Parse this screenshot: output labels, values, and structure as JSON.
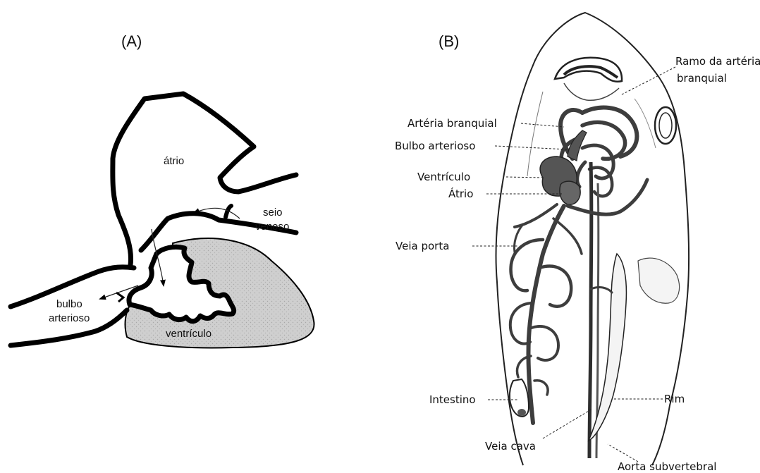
{
  "panel_a": {
    "title": "(A)",
    "labels": {
      "atrium": "átrio",
      "sinus_line1": "seio",
      "sinus_line2": "venoso",
      "bulb_line1": "bulbo",
      "bulb_line2": "arterioso",
      "ventricle": "ventrículo"
    }
  },
  "panel_b": {
    "title": "(B)",
    "labels": {
      "branchial_branch_line1": "Ramo da artéria",
      "branchial_branch_line2": "branquial",
      "branchial_artery": "Artéria branquial",
      "bulbus": "Bulbo arterioso",
      "ventricle": "Ventrículo",
      "atrium": "Átrio",
      "portal_vein": "Veia porta",
      "intestine": "Intestino",
      "kidney": "Rim",
      "vena_cava": "Veia cava",
      "aorta": "Aorta subvertebral"
    }
  },
  "colors": {
    "outline": "#000000",
    "ventricle_fill": "#cfcfcf",
    "vessel": "#3d3d3d"
  }
}
